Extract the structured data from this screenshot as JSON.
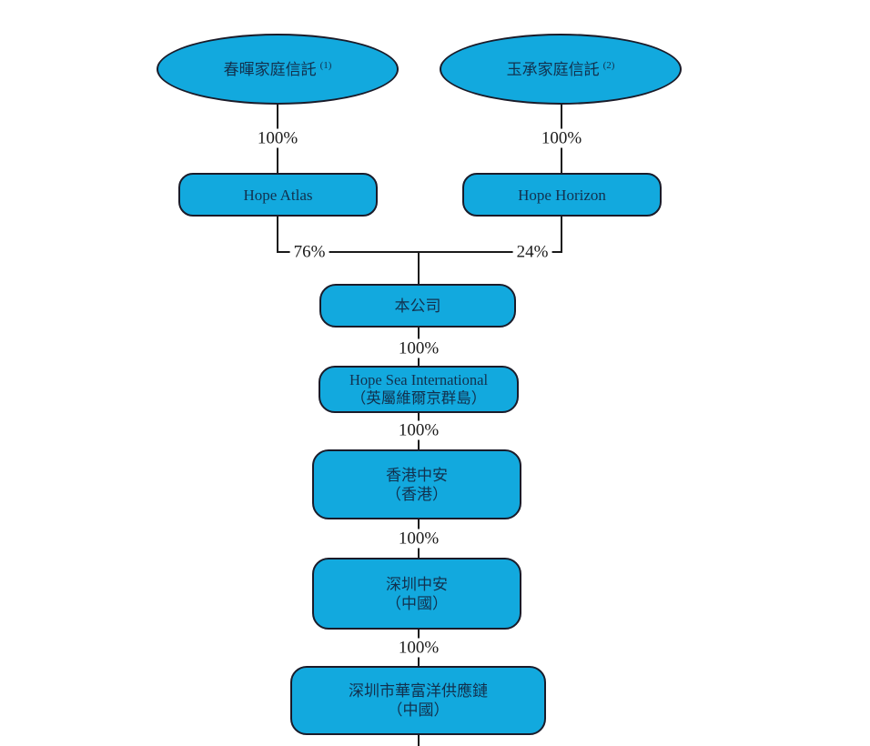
{
  "diagram": {
    "type": "org-structure",
    "nodes": {
      "trust1": {
        "name": "春暉家庭信託",
        "note": "(1)"
      },
      "trust2": {
        "name": "玉承家庭信託",
        "note": "(2)"
      },
      "hope_atlas": {
        "name": "Hope Atlas"
      },
      "hope_horizon": {
        "name": "Hope Horizon"
      },
      "company": {
        "name": "本公司"
      },
      "hope_sea": {
        "name": "Hope Sea International",
        "location": "（英屬維爾京群島）"
      },
      "hk_zhongan": {
        "name": "香港中安",
        "location": "（香港）"
      },
      "sz_zhongan": {
        "name": "深圳中安",
        "location": "（中國）"
      },
      "huafuyang": {
        "name": "深圳市華富洋供應鏈",
        "location": "（中國）"
      }
    },
    "ownership": {
      "trust1_to_atlas": "100%",
      "trust2_to_horizon": "100%",
      "atlas_to_company": "76%",
      "horizon_to_company": "24%",
      "company_to_hopesea": "100%",
      "hopesea_to_hk": "100%",
      "hk_to_sz": "100%",
      "sz_to_huafuyang": "100%"
    },
    "colors": {
      "node_fill": "#12A9DE",
      "node_border": "#1A1B29",
      "node_text": "#12314E",
      "line": "#1A1A1A",
      "background": "#FFFFFF"
    }
  }
}
